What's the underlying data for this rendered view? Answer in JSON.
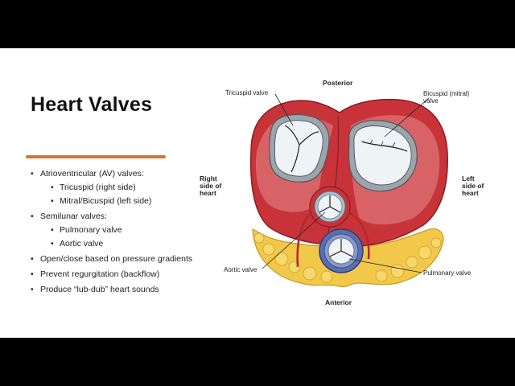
{
  "slide": {
    "title": "Heart Valves",
    "accent_color": "#d9742f",
    "bullets": [
      {
        "text": "Atrioventricular (AV) valves:",
        "sub": [
          "Tricuspid (right side)",
          "Mitral/Bicuspid (left side)"
        ]
      },
      {
        "text": "Semilunar valves:",
        "sub": [
          "Pulmonary valve",
          "Aortic valve"
        ]
      },
      {
        "text": "Open/close based on pressure gradients",
        "sub": []
      },
      {
        "text": "Prevent regurgitation (backflow)",
        "sub": []
      },
      {
        "text": "Produce “lub-dub” heart sounds",
        "sub": []
      }
    ]
  },
  "figure": {
    "labels": {
      "posterior": "Posterior",
      "anterior": "Anterior",
      "right_side_1": "Right",
      "right_side_2": "side of",
      "right_side_3": "heart",
      "left_side_1": "Left",
      "left_side_2": "side of",
      "left_side_3": "heart",
      "tricuspid": "Tricuspid valve",
      "bicuspid_1": "Bicuspid (mitral)",
      "bicuspid_2": "valve",
      "aortic": "Aortic valve",
      "pulmonary": "Pulmonary valve"
    },
    "colors": {
      "myocardium": "#c8333a",
      "myocardium_light": "#e58a8a",
      "fat": "#f2c84b",
      "valve": "#eef3f6",
      "pulmonary_ring": "#5b6fae"
    }
  }
}
